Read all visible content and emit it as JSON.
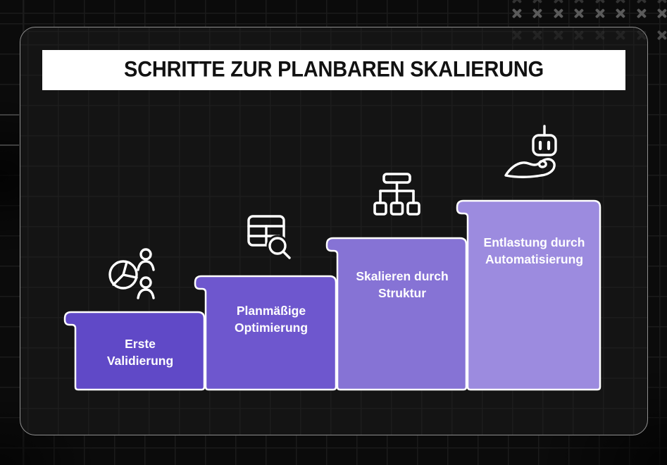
{
  "header": {
    "title": "SCHRITTE ZUR PLANBAREN SKALIERUNG"
  },
  "steps": [
    {
      "lines": [
        "Erste",
        "Validierung"
      ],
      "color": "#6049c7",
      "icon": "pie-chart-people-icon"
    },
    {
      "lines": [
        "Planmäßige",
        "Optimierung"
      ],
      "color": "#6e57ce",
      "icon": "table-search-icon"
    },
    {
      "lines": [
        "Skalieren durch",
        "Struktur"
      ],
      "color": "#8673d5",
      "icon": "org-chart-icon"
    },
    {
      "lines": [
        "Entlastung durch",
        "Automatisierung"
      ],
      "color": "#9c8bdf",
      "icon": "hand-robot-icon"
    }
  ],
  "colors": {
    "background": "#0b0b0b",
    "panel": "#141414",
    "panel_border": "#8f8f8f",
    "banner": "#ffffff",
    "title_text": "#111111",
    "step_text": "#ffffff",
    "icon_stroke": "#ffffff",
    "grid_line": "#1d1d1d",
    "x_mark": "#5a5a5a"
  }
}
